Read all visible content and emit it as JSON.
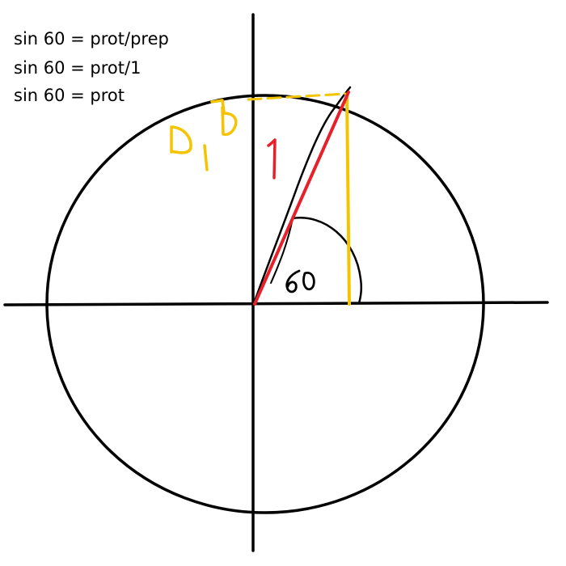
{
  "equations": [
    "sin 60 = prot/prep",
    "sin 60 = prot/1",
    "sin 60 = prot"
  ],
  "labels": {
    "angle": "60",
    "hypotenuse": "1"
  },
  "colors": {
    "axes": "#000000",
    "circle": "#000000",
    "hypotenuse": "#e8202a",
    "opposite_side": "#f5c400",
    "label_yellow": "#f5c400",
    "label_red": "#e8202a"
  }
}
